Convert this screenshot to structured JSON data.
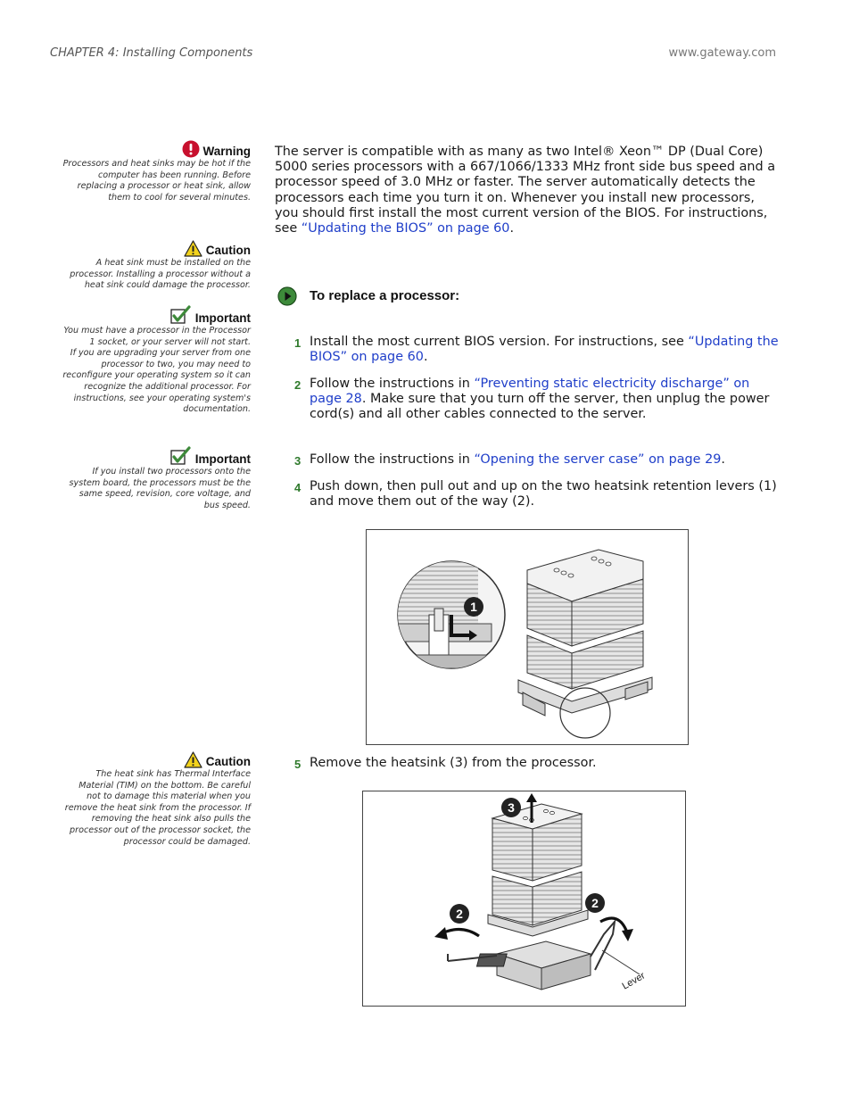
{
  "header": {
    "chapter": "CHAPTER 4: Installing Components",
    "site": "www.gateway.com"
  },
  "notes": {
    "warning": {
      "title": "Warning",
      "body": "Processors and heat sinks may be hot if the computer has been running. Before replacing a processor or heat sink, allow them to cool for several minutes."
    },
    "caution1": {
      "title": "Caution",
      "body": "A heat sink must be installed on the processor. Installing a processor without a heat sink could damage the processor."
    },
    "important1": {
      "title": "Important",
      "body1": "You must have a processor in the Processor 1 socket, or your server will not start.",
      "body2": "If you are upgrading your server from one processor to two, you may need to reconfigure your operating system so it can recognize the additional processor. For instructions, see your operating system's documentation."
    },
    "important2": {
      "title": "Important",
      "body": "If you install two processors onto the system board, the processors must be the same speed, revision, core voltage, and bus speed."
    },
    "caution2": {
      "title": "Caution",
      "body": "The heat sink has Thermal Interface Material (TIM) on the bottom. Be careful not to damage this material when you remove the heat sink from the processor. If removing the heat sink also pulls the processor out of the processor socket, the processor could be damaged."
    }
  },
  "intro": {
    "part1": "The server is compatible with as many as two Intel® Xeon™ DP (Dual Core) 5000 series processors with a 667/1066/1333 MHz front side bus speed and a processor speed of 3.0 MHz or faster. The server automatically detects the processors each time you turn it on. Whenever you install new processors, you should first install the most current version of the BIOS. For instructions, see ",
    "link": "“Updating the BIOS” on page 60",
    "part2": "."
  },
  "procedure": {
    "title": "To replace a processor:",
    "steps": [
      {
        "num": "1",
        "text1": "Install the most current BIOS version. For instructions, see ",
        "link": "“Updating the BIOS” on page 60",
        "text2": "."
      },
      {
        "num": "2",
        "text1": "Follow the instructions in ",
        "link": "“Preventing static electricity discharge” on page 28",
        "text2": ". Make sure that you turn off the server, then unplug the power cord(s) and all other cables connected to the server."
      },
      {
        "num": "3",
        "text1": "Follow the instructions in ",
        "link": "“Opening the server case” on page 29",
        "text2": "."
      },
      {
        "num": "4",
        "text1": "Push down, then pull out and up on the two heatsink retention levers (1) and move them out of the way (2)."
      },
      {
        "num": "5",
        "text1": "Remove the heatsink (3) from the processor."
      }
    ]
  },
  "figure1": {
    "callout": "1"
  },
  "figure2": {
    "callout_top": "3",
    "callout_left": "2",
    "callout_right": "2",
    "lever_label": "Lever"
  },
  "colors": {
    "link": "#1f3ec9",
    "step_number": "#2f7a2c",
    "warning_icon": "#c8102e",
    "caution_icon": "#f2d21b",
    "important_icon": "#3d8a3a"
  },
  "icons": {
    "warning": "exclamation-circle-icon",
    "caution": "warning-triangle-icon",
    "important": "checkmark-icon",
    "procedure": "play-arrow-icon"
  }
}
